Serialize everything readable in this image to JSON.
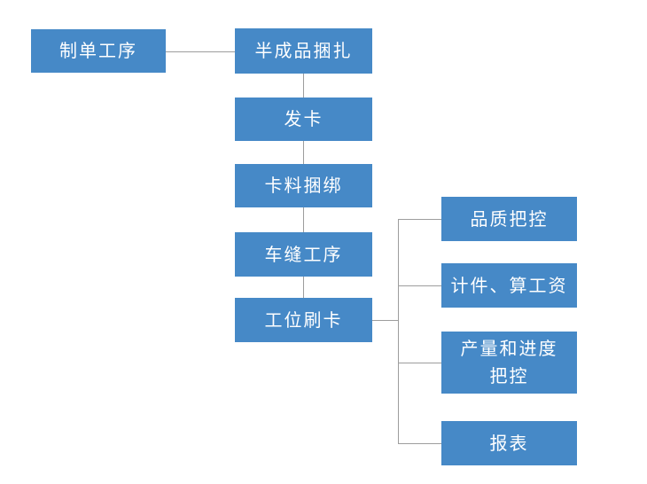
{
  "colors": {
    "canvas_bg": "#ffffff",
    "node_fill": "#4689C7",
    "node_text": "#ffffff",
    "line_color": "#9d9d9d"
  },
  "nodes": [
    {
      "id": "order-creation",
      "label": "制单工序"
    },
    {
      "id": "semi-finished-bundling",
      "label": "半成品捆扎"
    },
    {
      "id": "card-issue",
      "label": "发卡"
    },
    {
      "id": "card-material-binding",
      "label": "卡料捆绑"
    },
    {
      "id": "sewing-process",
      "label": "车缝工序"
    },
    {
      "id": "station-card-swipe",
      "label": "工位刷卡"
    },
    {
      "id": "quality-control",
      "label": "品质把控"
    },
    {
      "id": "piece-count-wage",
      "label": "计件、算工资"
    },
    {
      "id": "output-progress-control",
      "label": "产量和进度\n把控"
    },
    {
      "id": "report",
      "label": "报表"
    }
  ]
}
